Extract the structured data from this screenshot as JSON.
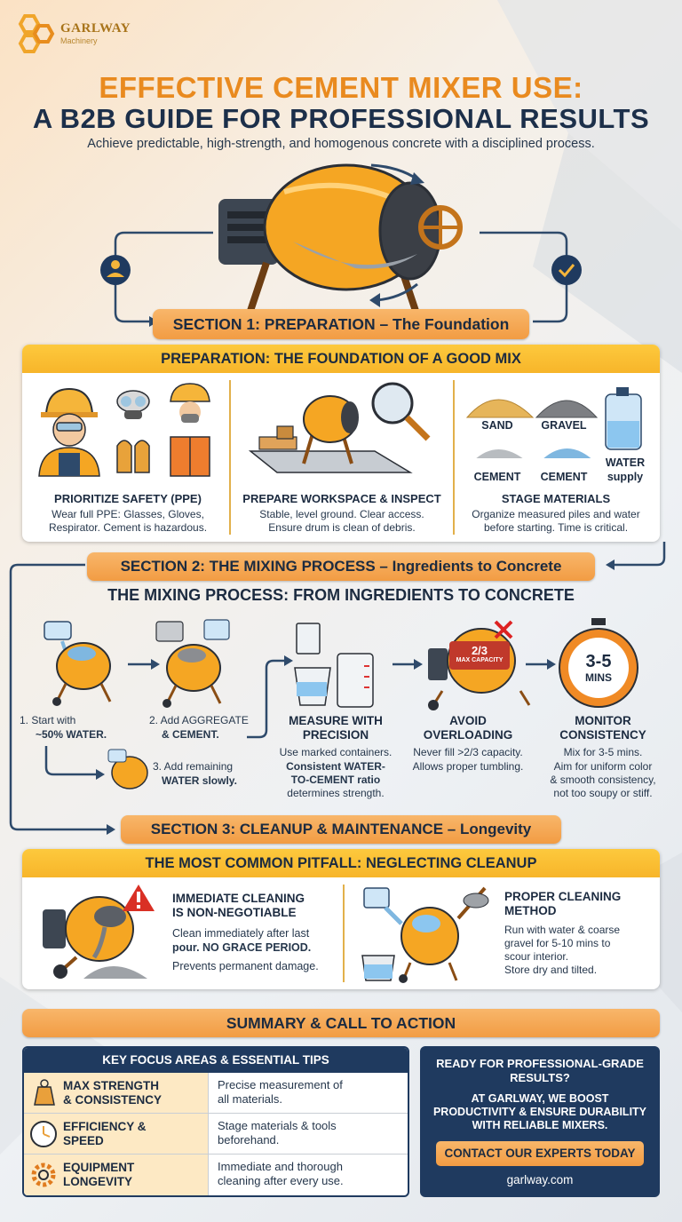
{
  "logo": {
    "name": "GARLWAY",
    "sub": "Machinery"
  },
  "header": {
    "title_line1": "EFFECTIVE CEMENT MIXER USE:",
    "title_line2": "A B2B GUIDE FOR PROFESSIONAL RESULTS",
    "subtitle": "Achieve predictable, high-strength, and homogenous concrete with a disciplined process."
  },
  "section1": {
    "pill": "SECTION 1: PREPARATION – The Foundation",
    "band": "PREPARATION: THE FOUNDATION OF A GOOD MIX",
    "cols": [
      {
        "title": "PRIORITIZE SAFETY (PPE)",
        "text1": "Wear full PPE: Glasses, Gloves,",
        "text2": "Respirator. Cement is hazardous."
      },
      {
        "title": "PREPARE WORKSPACE & INSPECT",
        "text1": "Stable, level ground. Clear access.",
        "text2": "Ensure drum is clean of debris."
      },
      {
        "title": "STAGE MATERIALS",
        "text1": "Organize measured piles and water",
        "text2": "before starting. Time is critical."
      }
    ],
    "materials": {
      "sand": "SAND",
      "gravel": "GRAVEL",
      "cement1": "CEMENT",
      "cement2": "CEMENT",
      "water1": "WATER",
      "water2": "supply"
    }
  },
  "section2": {
    "pill": "SECTION 2: THE MIXING PROCESS – Ingredients to Concrete",
    "heading": "THE MIXING PROCESS: FROM INGREDIENTS TO CONCRETE",
    "step1a": "1. Start with",
    "step1b": "~50% WATER.",
    "step2a": "2. Add AGGREGATE",
    "step2b": "& CEMENT.",
    "step3a": "3. Add remaining",
    "step3b": "WATER slowly.",
    "measure": {
      "title1": "MEASURE WITH",
      "title2": "PRECISION",
      "t1": "Use marked containers.",
      "t2": "Consistent WATER-",
      "t3": "TO-CEMENT ratio",
      "t4": "determines strength."
    },
    "overload": {
      "title1": "AVOID",
      "title2": "OVERLOADING",
      "t1": "Never fill >2/3 capacity.",
      "t2": "Allows proper tumbling.",
      "badge": "2/3",
      "badge_sub": "MAX CAPACITY"
    },
    "monitor": {
      "title1": "MONITOR",
      "title2": "CONSISTENCY",
      "t1": "Mix for 3-5 mins.",
      "t2": "Aim for uniform color",
      "t3": "& smooth consistency,",
      "t4": "not too soupy or stiff.",
      "timer1": "3-5",
      "timer2": "MINS"
    }
  },
  "section3": {
    "pill": "SECTION 3: CLEANUP & MAINTENANCE – Longevity",
    "band": "THE MOST COMMON PITFALL: NEGLECTING CLEANUP",
    "left": {
      "title1": "IMMEDIATE CLEANING",
      "title2": "IS NON-NEGOTIABLE",
      "t1": "Clean immediately after last",
      "t2": "pour. NO GRACE PERIOD.",
      "t3": "Prevents permanent damage."
    },
    "right": {
      "title1": "PROPER CLEANING",
      "title2": "METHOD",
      "t1": "Run with water & coarse",
      "t2": "gravel for 5-10 mins to",
      "t3": "scour interior.",
      "t4": "Store dry and tilted."
    }
  },
  "summary": {
    "pill": "SUMMARY & CALL TO ACTION",
    "table_title": "KEY FOCUS AREAS & ESSENTIAL TIPS",
    "rows": [
      {
        "area1": "MAX STRENGTH",
        "area2": "& CONSISTENCY",
        "tip1": "Precise measurement of",
        "tip2": "all materials."
      },
      {
        "area1": "EFFICIENCY &",
        "area2": "SPEED",
        "tip1": "Stage materials & tools",
        "tip2": "beforehand."
      },
      {
        "area1": "EQUIPMENT",
        "area2": "LONGEVITY",
        "tip1": "Immediate and thorough",
        "tip2": "cleaning after every use."
      }
    ],
    "cta": {
      "q1": "READY FOR PROFESSIONAL-GRADE",
      "q2": "RESULTS?",
      "p1": "AT GARLWAY, WE BOOST",
      "p2": "PRODUCTIVITY & ENSURE DURABILITY",
      "p3": "WITH RELIABLE MIXERS.",
      "button": "CONTACT OUR EXPERTS TODAY",
      "url": "garlway.com"
    }
  },
  "colors": {
    "orange": "#f29c43",
    "yellow": "#fbbf35",
    "navy": "#1f3a5f",
    "accent_title": "#e98a1f"
  }
}
